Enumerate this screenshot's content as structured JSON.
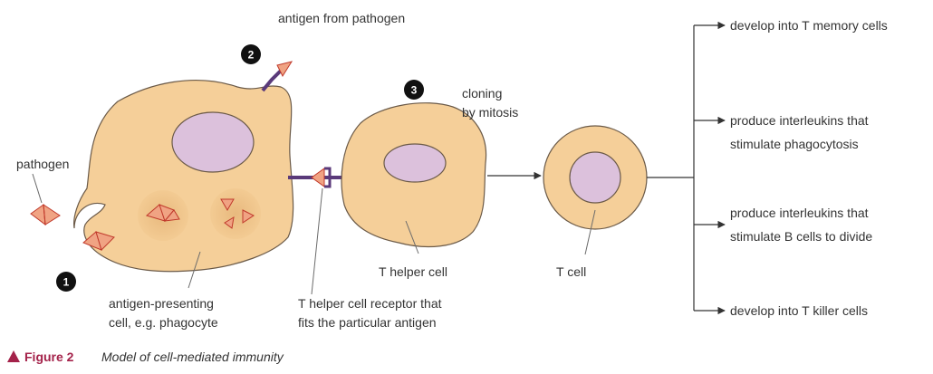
{
  "markers": {
    "step1": "1",
    "step2": "2",
    "step3": "3"
  },
  "labels": {
    "pathogen": "pathogen",
    "antigen_from_pathogen": "antigen from pathogen",
    "cloning_line1": "cloning",
    "cloning_line2": "by mitosis",
    "apc_line1": "antigen-presenting",
    "apc_line2": "cell, e.g. phagocyte",
    "receptor_line1": "T helper cell receptor that",
    "receptor_line2": "fits the particular antigen",
    "t_helper_cell": "T helper cell",
    "t_cell": "T cell"
  },
  "outcomes": {
    "memory": "develop into T memory cells",
    "interleukins_phago_line1": "produce interleukins that",
    "interleukins_phago_line2": "stimulate phagocytosis",
    "interleukins_b_line1": "produce interleukins that",
    "interleukins_b_line2": "stimulate B cells to divide",
    "killer": "develop into T killer cells"
  },
  "caption": {
    "figure_label": "Figure 2",
    "title": "Model of cell-mediated immunity"
  },
  "colors": {
    "cell_fill": "#f5cf99",
    "nucleus_fill": "#dcc1dc",
    "antigen_fill": "#f0a383",
    "receptor": "#5a3a7a",
    "caption_accent": "#a4224a"
  }
}
